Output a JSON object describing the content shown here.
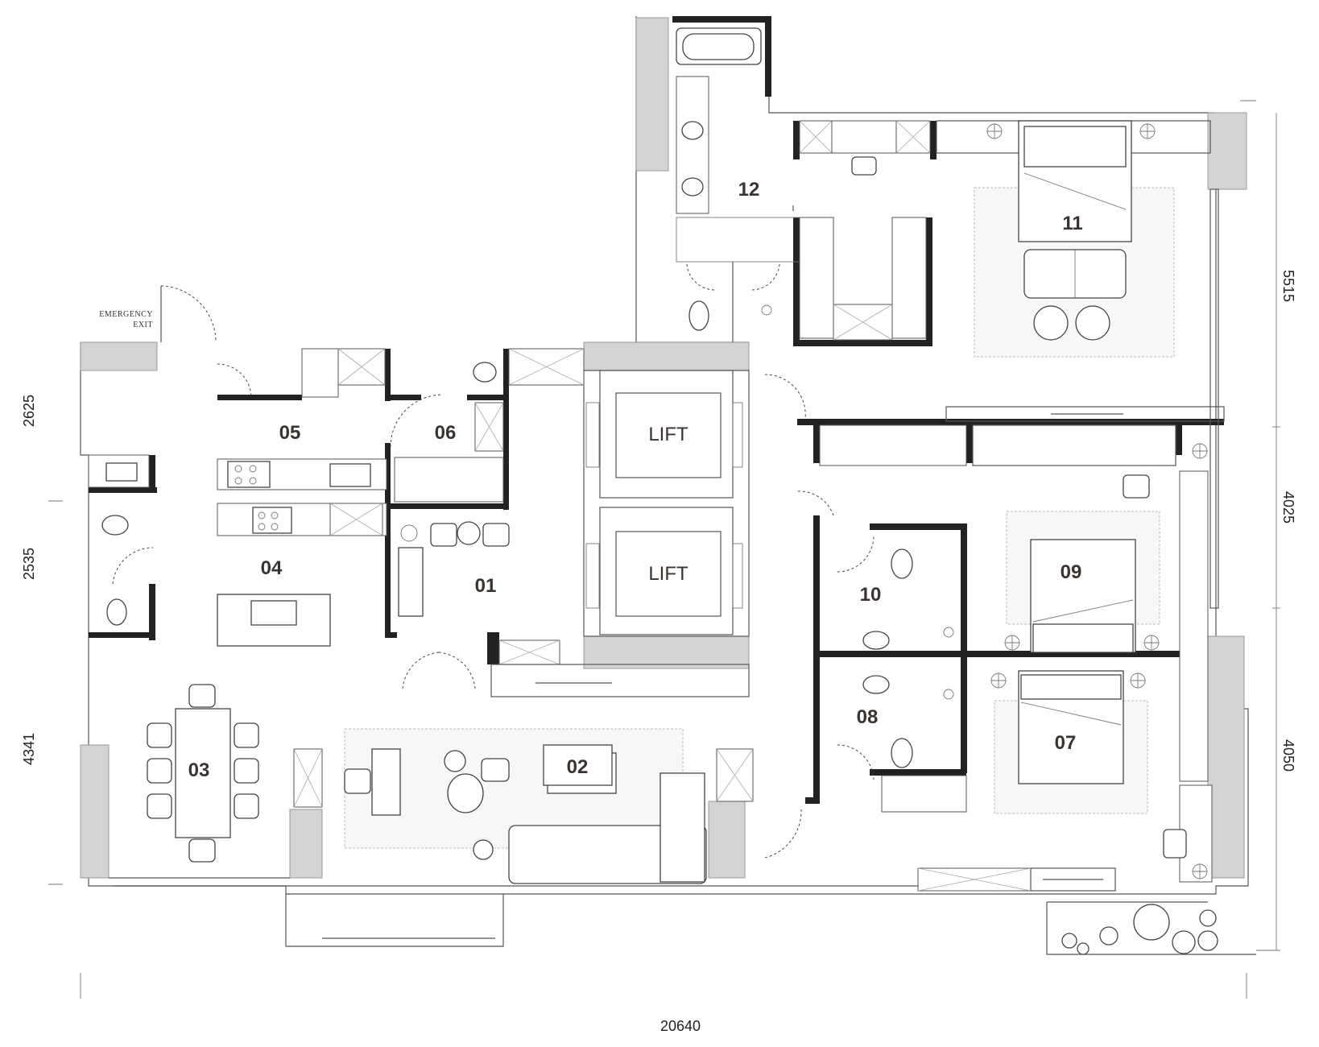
{
  "plan": {
    "emergency_exit": [
      "EMERGENCY",
      "EXIT"
    ],
    "rooms": {
      "r01": "01",
      "r02": "02",
      "r03": "03",
      "r04": "04",
      "r05": "05",
      "r06": "06",
      "r07": "07",
      "r08": "08",
      "r09": "09",
      "r10": "10",
      "r11": "11",
      "r12": "12"
    },
    "lift_top": "LIFT",
    "lift_bottom": "LIFT"
  },
  "dimensions": {
    "left_top": "2625",
    "left_mid": "2535",
    "left_bottom": "4341",
    "right_top": "5515",
    "right_mid": "4025",
    "right_bottom": "4050",
    "bottom": "20640"
  }
}
